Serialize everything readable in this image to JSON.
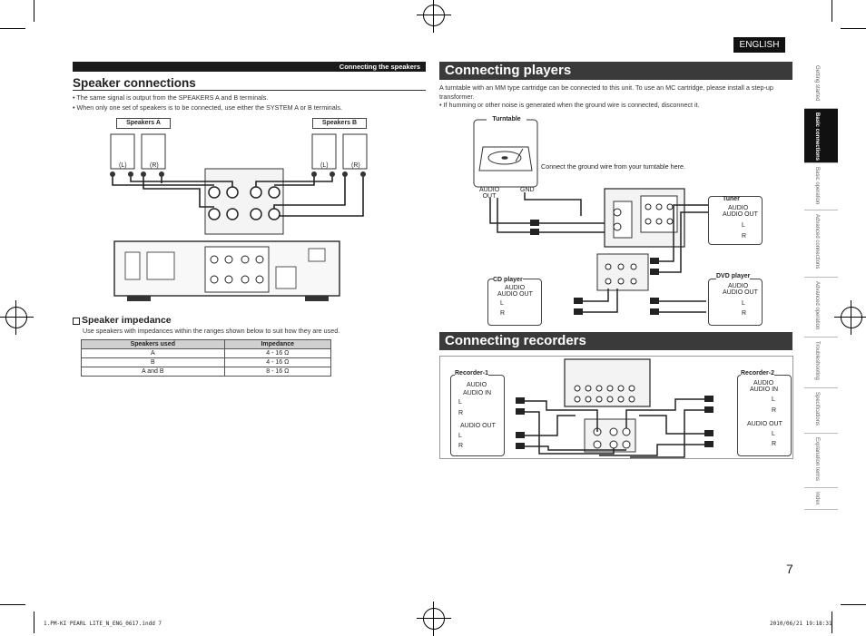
{
  "language_label": "ENGLISH",
  "section_strip": "Connecting the speakers",
  "speaker_connections": {
    "title": "Speaker connections",
    "bullets": [
      "• The same signal is output from the SPEAKERS A and B terminals.",
      "• When only one set of speakers is to be connected, use either the SYSTEM A or B terminals."
    ],
    "speakers_a": "Speakers A",
    "speakers_b": "Speakers B",
    "ch_l": "(L)",
    "ch_r": "(R)"
  },
  "speaker_impedance": {
    "title": "Speaker impedance",
    "note": "Use speakers with impedances within the ranges shown below to suit how they are used.",
    "headers": [
      "Speakers used",
      "Impedance"
    ],
    "rows": [
      [
        "A",
        "4 - 16 Ω"
      ],
      [
        "B",
        "4 - 16 Ω"
      ],
      [
        "A and B",
        "8 - 16 Ω"
      ]
    ]
  },
  "connecting_players": {
    "title": "Connecting players",
    "text1": "A turntable with an MM type cartridge can be connected to this unit. To use an MC cartridge, please install a step-up transformer.",
    "text2": "• If humming or other noise is generated when the ground wire is connected, disconnect it.",
    "turntable": "Turntable",
    "ground_note": "Connect the ground wire from your turntable here.",
    "audio_out": "AUDIO OUT",
    "gnd": "GND",
    "tuner": "Tuner",
    "cd_player": "CD player",
    "dvd_player": "DVD player",
    "audio": "AUDIO",
    "audio_out_label": "AUDIO OUT",
    "l": "L",
    "r": "R"
  },
  "connecting_recorders": {
    "title": "Connecting recorders",
    "recorder1": "Recorder-1",
    "recorder2": "Recorder-2",
    "audio": "AUDIO",
    "audio_in": "AUDIO IN",
    "audio_out": "AUDIO OUT",
    "l": "L",
    "r": "R"
  },
  "side_tabs": [
    "Getting started",
    "Basic connections",
    "Basic operation",
    "Advanced connections",
    "Advanced operation",
    "Troubleshooting",
    "Specifications",
    "Explanation terms",
    "Index"
  ],
  "page_number": "7",
  "footer_left": "1.PM-KI PEARL LITE_N_ENG_0617.indd   7",
  "footer_right": "2010/06/21   19:18:31"
}
